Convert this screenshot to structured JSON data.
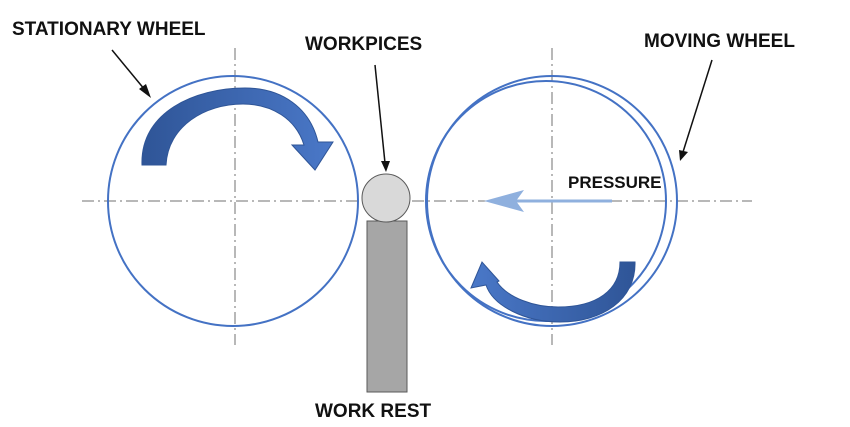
{
  "labels": {
    "stationary_wheel": "STATIONARY WHEEL",
    "workpieces": "WORKPICES",
    "moving_wheel": "MOVING WHEEL",
    "pressure": "PRESSURE",
    "work_rest": "WORK REST"
  },
  "colors": {
    "wheel_outline": "#4472c4",
    "arrow_fill": "#2f5597",
    "pressure_arrow": "#8fb0de",
    "workpiece_fill": "#d9d9d9",
    "work_rest_fill": "#a6a6a6",
    "centerline": "#707070"
  }
}
